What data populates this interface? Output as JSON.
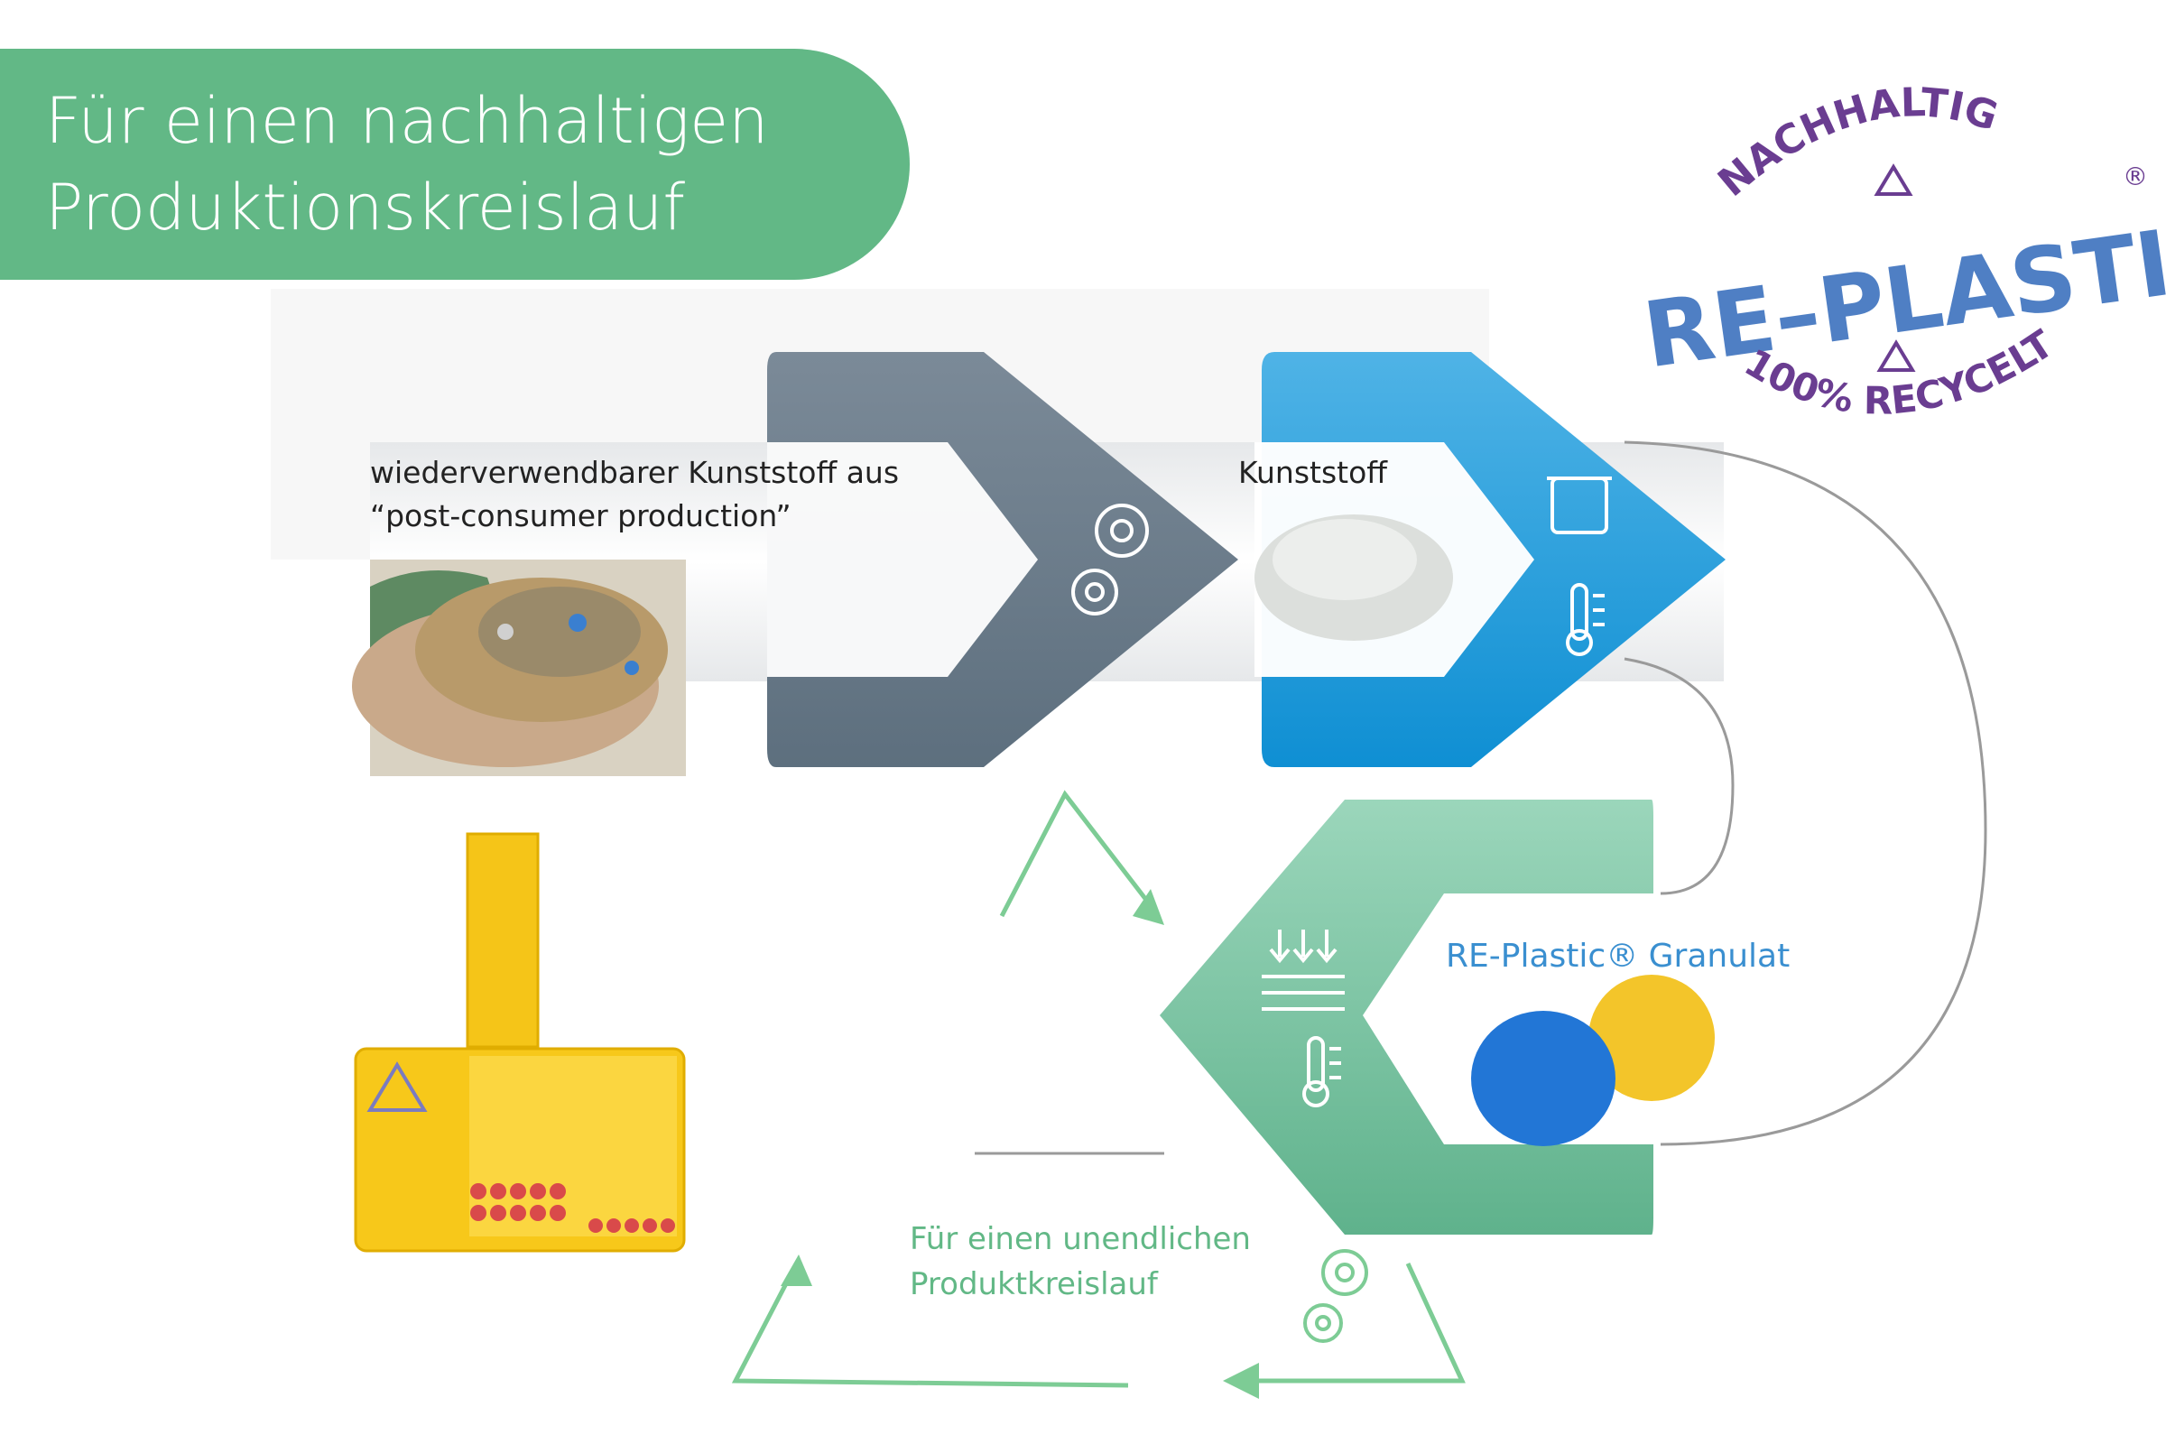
{
  "title": {
    "line1": "Für einen nachhaltigen",
    "line2": "Produktionskreislauf"
  },
  "logo": {
    "top_arc": "NACHHALTIG",
    "main": "RE–PLASTIC",
    "bottom_arc": "100% RECYCELT",
    "registered": "®",
    "colors": {
      "purple": "#6a3d91",
      "blue": "#4f7fc4"
    }
  },
  "steps": {
    "source_line1": "wiederverwendbarer Kunststoff aus",
    "source_line2": "“post-consumer production”",
    "plastic": "Kunststoff",
    "granulate": "RE-Plastic® Granulat",
    "infinite_line1": "Für einen unendlichen",
    "infinite_line2": "Produktkreislauf"
  },
  "icons": [
    "gears-icon",
    "paint-bucket-icon",
    "thermometer-icon",
    "press-icon",
    "recycle-icon"
  ],
  "colors": {
    "banner": "#62b886",
    "gray": "#6a7f8f",
    "blue": "#1f9ad8",
    "green": "#7ec8a6",
    "cycle_arrow": "#7dcc95"
  }
}
